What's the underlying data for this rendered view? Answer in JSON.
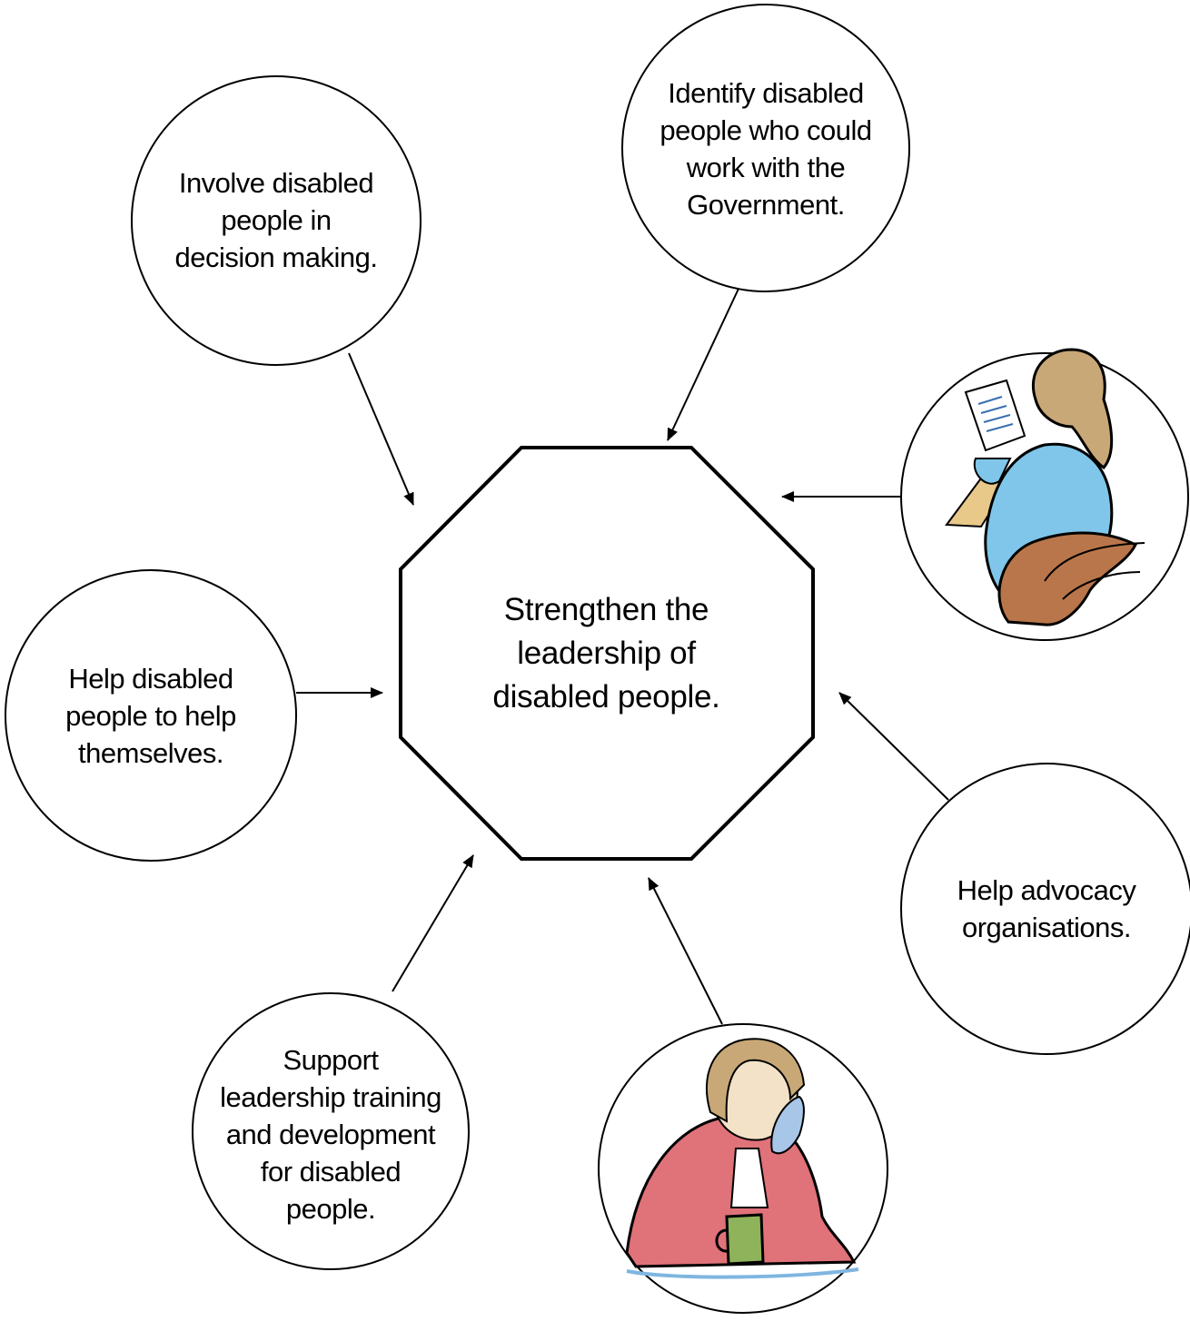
{
  "center": {
    "label": "Strengthen the\nleadership of\ndisabled people."
  },
  "nodes": [
    {
      "id": "involve",
      "label": "Involve disabled\npeople in\ndecision making."
    },
    {
      "id": "identify",
      "label": "Identify disabled\npeople who could\nwork with the\nGovernment."
    },
    {
      "id": "reading-woman",
      "label": ""
    },
    {
      "id": "help-self",
      "label": "Help disabled\npeople to help\nthemselves."
    },
    {
      "id": "advocacy",
      "label": "Help advocacy\norganisations."
    },
    {
      "id": "training",
      "label": "Support\nleadership training\nand development\nfor disabled\npeople."
    },
    {
      "id": "phone-woman",
      "label": ""
    }
  ],
  "colors": {
    "line": "#000000",
    "blouse": "#7fc6ea",
    "hair": "#c9a877",
    "chair": "#b9764a",
    "jacket": "#e0727a",
    "mug": "#8fb35a"
  }
}
